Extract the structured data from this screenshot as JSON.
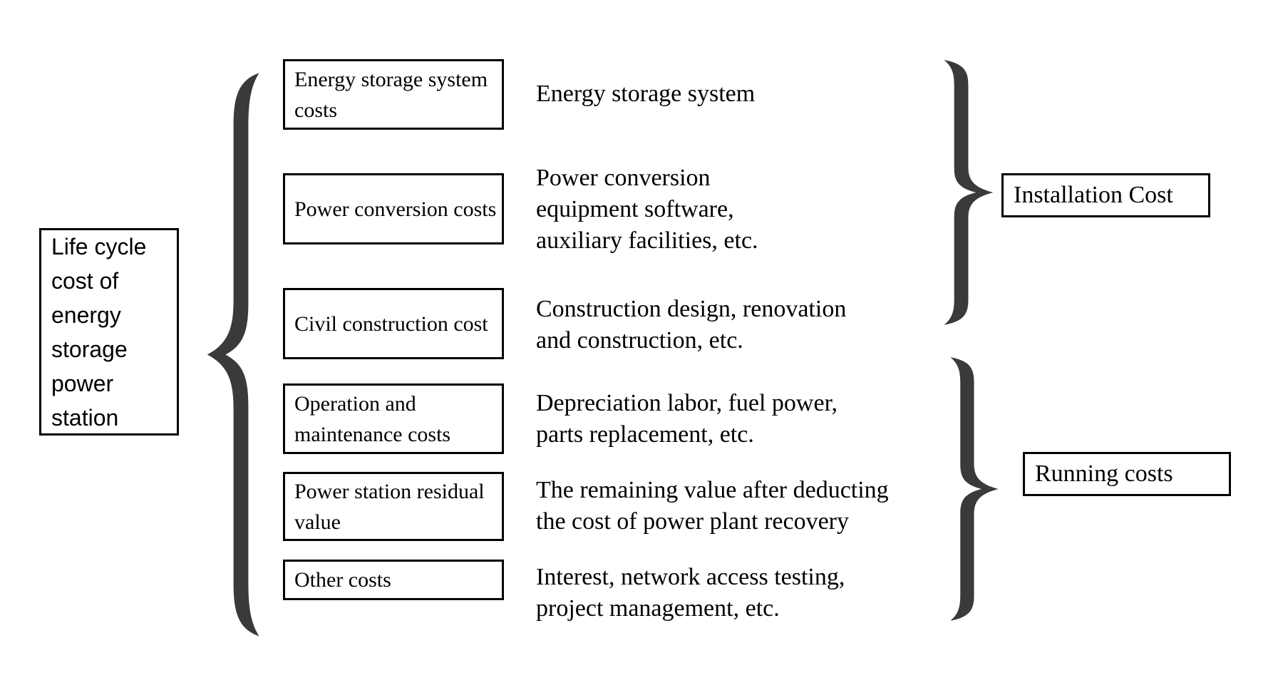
{
  "diagram": {
    "title_box": {
      "label": "Life cycle cost of energy storage power station"
    },
    "items": [
      {
        "box_lines": [
          "Energy storage system costs"
        ],
        "desc_lines": [
          "Energy storage system"
        ]
      },
      {
        "box_lines": [
          "Power conversion costs"
        ],
        "desc_lines": [
          "Power conversion",
          "equipment software,",
          "auxiliary facilities, etc."
        ]
      },
      {
        "box_lines": [
          "Civil construction cost"
        ],
        "desc_lines": [
          "Construction design, renovation",
          "and construction, etc."
        ]
      },
      {
        "box_lines": [
          "Operation and maintenance costs"
        ],
        "desc_lines": [
          "Depreciation labor, fuel power,",
          "parts replacement, etc."
        ]
      },
      {
        "box_lines": [
          "Power station residual value"
        ],
        "desc_lines": [
          "The remaining value after deducting",
          "the cost of power plant recovery"
        ]
      },
      {
        "box_lines": [
          "Other costs"
        ],
        "desc_lines": [
          "Interest, network access testing,",
          "project management, etc."
        ]
      }
    ],
    "groups": [
      {
        "label": "Installation Cost"
      },
      {
        "label": "Running costs"
      }
    ],
    "colors": {
      "background": "#ffffff",
      "border": "#000000",
      "text": "#000000",
      "brace": "#3a3a3a"
    }
  }
}
